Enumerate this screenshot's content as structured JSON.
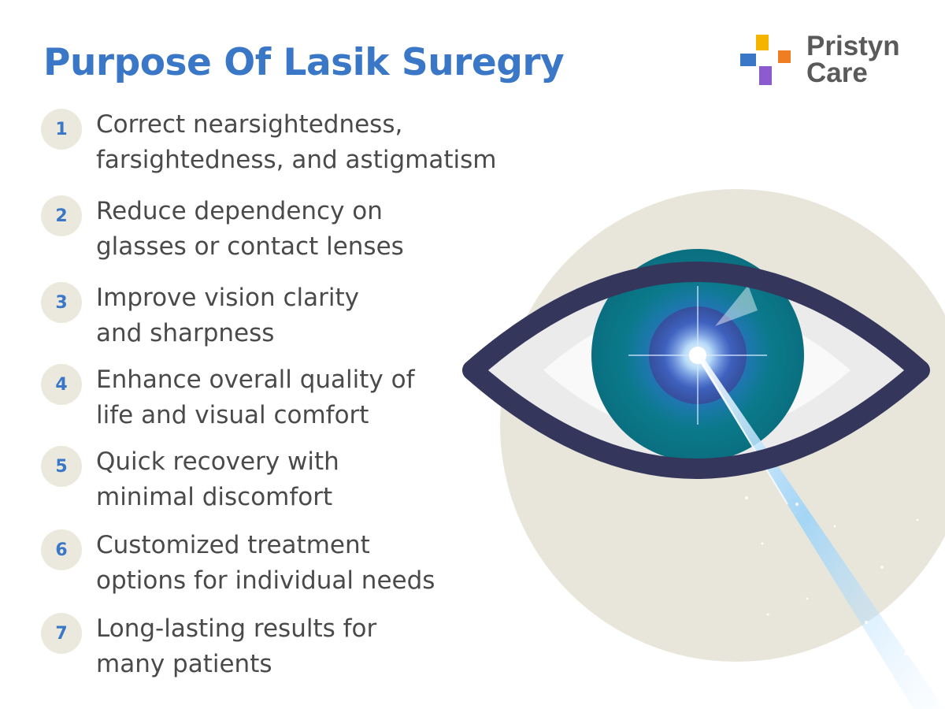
{
  "title": "Purpose Of Lasik Suregry",
  "logo": {
    "line1": "Pristyn",
    "line2": "Care"
  },
  "items": [
    {
      "number": "1",
      "line1": "Correct nearsightedness,",
      "line2": "farsightedness, and astigmatism"
    },
    {
      "number": "2",
      "line1": "Reduce dependency on",
      "line2": "glasses or contact lenses"
    },
    {
      "number": "3",
      "line1": "Improve vision clarity",
      "line2": "and sharpness"
    },
    {
      "number": "4",
      "line1": "Enhance overall quality of",
      "line2": "life and visual comfort"
    },
    {
      "number": "5",
      "line1": "Quick recovery with",
      "line2": "minimal discomfort"
    },
    {
      "number": "6",
      "line1": "Customized treatment",
      "line2": "options for individual needs"
    },
    {
      "number": "7",
      "line1": "Long-lasting results for",
      "line2": "many patients"
    }
  ],
  "colors": {
    "title": "#3a78c7",
    "number": "#3a78c7",
    "number_bg": "#ebe9dd",
    "text": "#4a4a4a",
    "backdrop": "#e8e6da",
    "eye_outline": "#35365c",
    "iris": "#0e7a8c",
    "pupil": "#2b3f6e",
    "laser": "#a8d8ff"
  }
}
